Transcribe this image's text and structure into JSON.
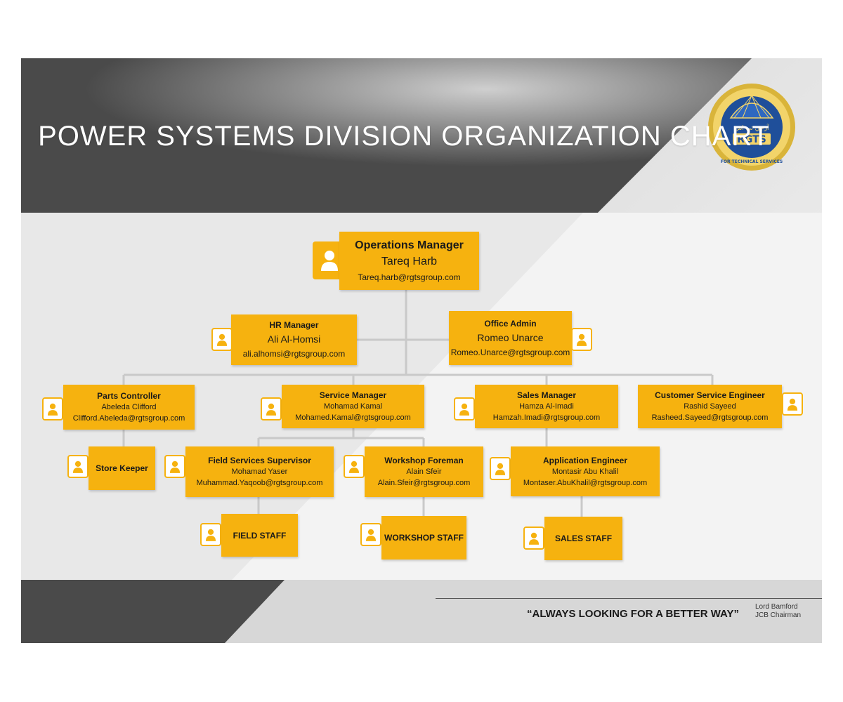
{
  "title": "POWER SYSTEMS DIVISION ORGANIZATION CHART",
  "logo": {
    "top_text": "ارجي تي اس للخدمات الفنية",
    "mark": "RGTS",
    "bottom_text": "FOR TECHNICAL SERVICES"
  },
  "nodes": {
    "ops": {
      "role": "Operations Manager",
      "name": "Tareq Harb",
      "email": "Tareq.harb@rgtsgroup.com"
    },
    "hr": {
      "role": "HR Manager",
      "name": "Ali Al-Homsi",
      "email": "ali.alhomsi@rgtsgroup.com"
    },
    "admin": {
      "role": "Office Admin",
      "name": "Romeo Unarce",
      "email": "Romeo.Unarce@rgtsgroup.com"
    },
    "parts": {
      "role": "Parts Controller",
      "name": "Abeleda Clifford",
      "email": "Clifford.Abeleda@rgtsgroup.com"
    },
    "service": {
      "role": "Service Manager",
      "name": "Mohamad Kamal",
      "email": "Mohamed.Kamal@rgtsgroup.com"
    },
    "sales": {
      "role": "Sales Manager",
      "name": "Hamza Al-Imadi",
      "email": "Hamzah.Imadi@rgtsgroup.com"
    },
    "cse": {
      "role": "Customer Service Engineer",
      "name": "Rashid Sayeed",
      "email": "Rasheed.Sayeed@rgtsgroup.com"
    },
    "store": {
      "role": "Store Keeper"
    },
    "field_sup": {
      "role": "Field Services Supervisor",
      "name": "Mohamad Yaser",
      "email": "Muhammad.Yaqoob@rgtsgroup.com"
    },
    "workshop_fm": {
      "role": "Workshop Foreman",
      "name": "Alain Sfeir",
      "email": "Alain.Sfeir@rgtsgroup.com"
    },
    "app_eng": {
      "role": "Application Engineer",
      "name": "Montasir Abu Khalil",
      "email": "Montaser.AbuKhalil@rgtsgroup.com"
    },
    "field_staff": {
      "role": "FIELD STAFF"
    },
    "workshop_staff": {
      "role": "WORKSHOP STAFF"
    },
    "sales_staff": {
      "role": "SALES STAFF"
    }
  },
  "footer": {
    "quote": "“ALWAYS LOOKING FOR A BETTER WAY”",
    "author_name": "Lord Bamford",
    "author_title": "JCB Chairman"
  },
  "colors": {
    "box": "#f6b20f",
    "dark_band": "#4a4a4a",
    "connector": "#c9c9c9"
  },
  "icons": {
    "person": "person-icon"
  }
}
